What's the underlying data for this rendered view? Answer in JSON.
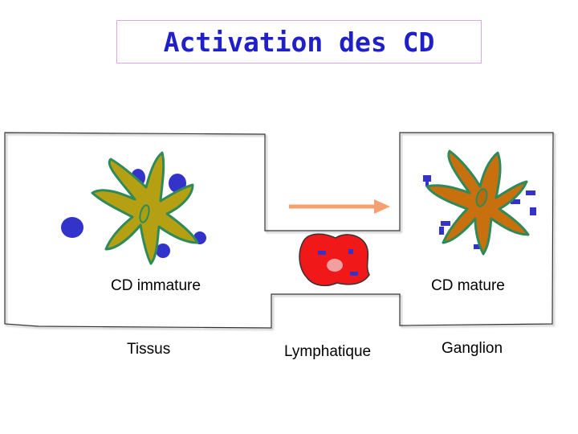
{
  "title": "Activation des CD",
  "labels": {
    "immature": "CD immature",
    "mature": "CD mature",
    "tissue": "Tissus",
    "lymph": "Lymphatique",
    "node": "Ganglion"
  },
  "colors": {
    "title_text": "#2020c8",
    "title_border": "#d9a8e0",
    "immature_cell": "#b5a014",
    "mature_cell": "#c8700e",
    "cell_outline": "#2f8a5a",
    "antigen": "#3333cc",
    "lymph_cell": "#f01818",
    "arrow": "#f5a070"
  },
  "icons": [
    "immature-dendritic-cell-icon",
    "mature-dendritic-cell-icon",
    "lymph-cell-icon",
    "arrow-right-icon"
  ]
}
